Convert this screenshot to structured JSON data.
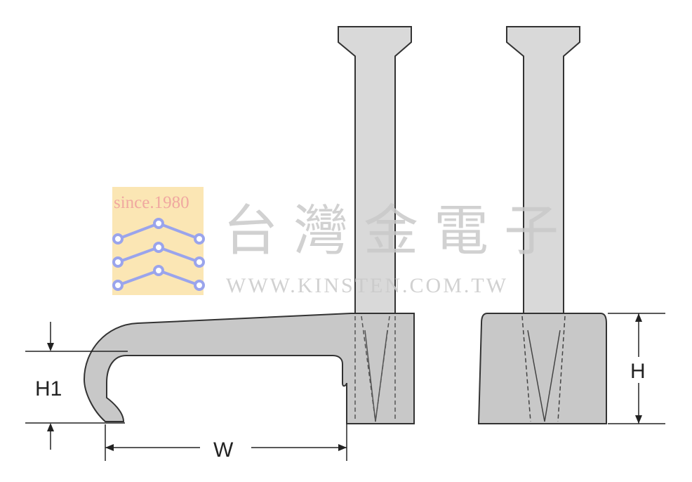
{
  "labels": {
    "h1": "H1",
    "w": "W",
    "h": "H"
  },
  "watermark": {
    "since": "since.1980",
    "company": "台灣金電子",
    "url": "WWW.KINSTEN.COM.TW"
  },
  "colors": {
    "body_fill": "#c8c8c8",
    "nail_fill": "#d9d9d9",
    "outline": "#333333",
    "dimension": "#222222",
    "watermark_text": "#c9c9c9",
    "logo_bg": "#fbe6b4",
    "logo_lines": "#9aa4ec"
  }
}
